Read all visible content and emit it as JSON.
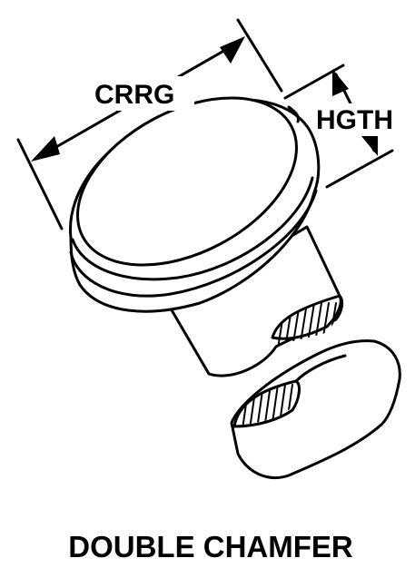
{
  "diagram": {
    "dimension_labels": {
      "diameter": "CRRG",
      "height": "HGTH"
    },
    "caption": "DOUBLE CHAMFER"
  }
}
